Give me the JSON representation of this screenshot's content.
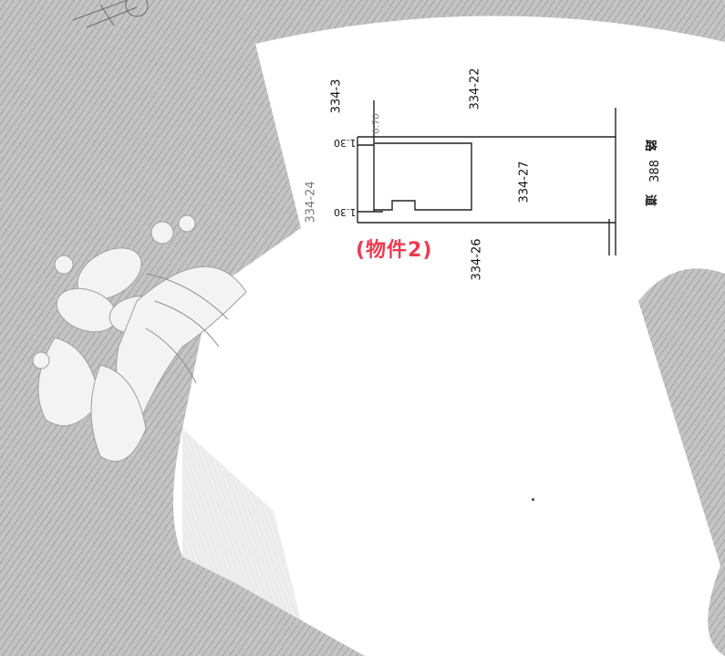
{
  "parcels": {
    "north_left": "334-3",
    "north_right": "334-22",
    "subject": "334-27",
    "south": "334-26",
    "west": "334-24"
  },
  "road": {
    "prefix": "道",
    "number": "388",
    "suffix": "路"
  },
  "dimensions": {
    "upper": "1.30",
    "lower": "1.30",
    "top": "0.70"
  },
  "property_label": "(物件2)",
  "colors": {
    "label_red": "#ee3b52",
    "background_gray": "#b9b9b9",
    "paper": "#ffffff"
  }
}
